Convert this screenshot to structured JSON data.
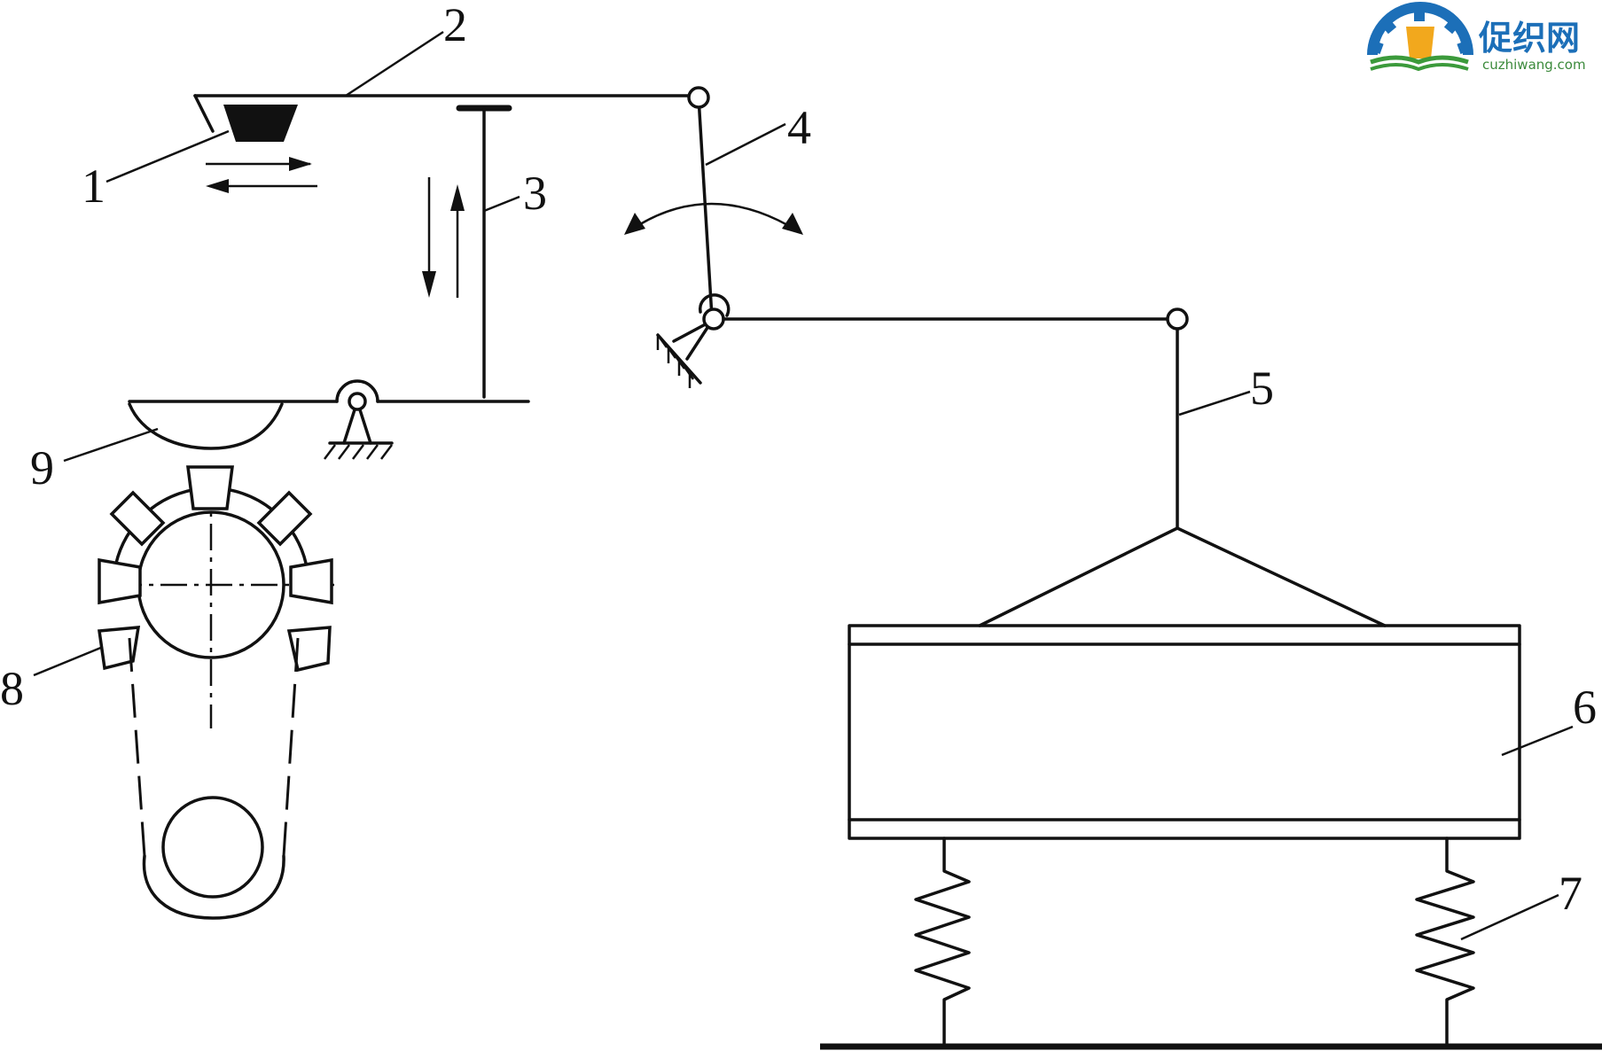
{
  "labels": {
    "l1": "1",
    "l2": "2",
    "l3": "3",
    "l4": "4",
    "l5": "5",
    "l6": "6",
    "l7": "7",
    "l8": "8",
    "l9": "9"
  },
  "watermark": {
    "name_cn": "促织网",
    "domain": "cuzhiwang.com",
    "colors": {
      "blue": "#1c6fb8",
      "green": "#3b9a3b",
      "gold": "#f2a81d"
    }
  }
}
